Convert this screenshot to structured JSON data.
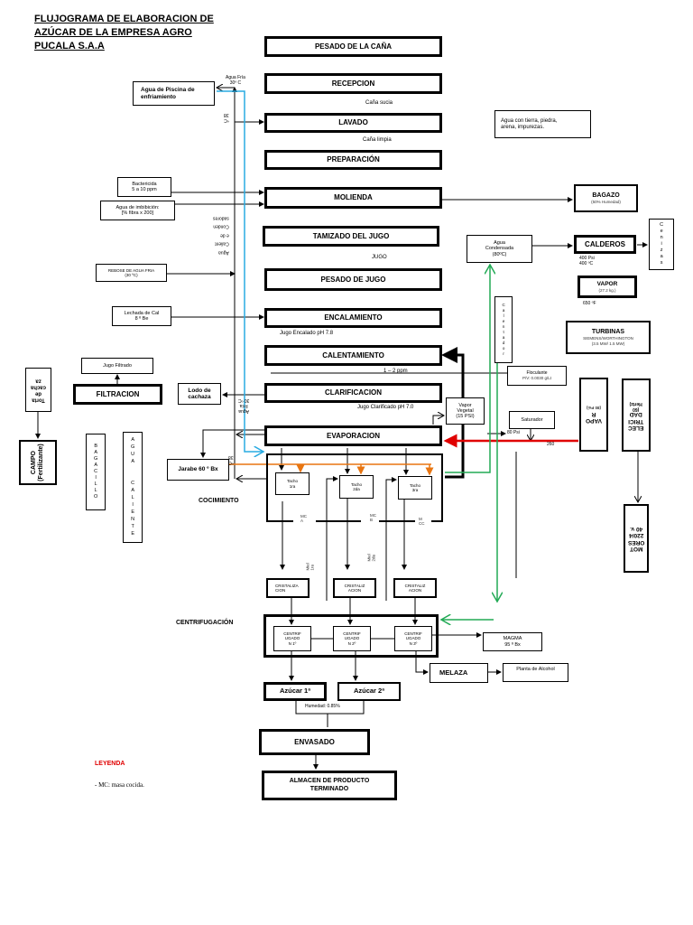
{
  "title": [
    "FLUJOGRAMA DE ELABORACION DE",
    "AZÚCAR DE LA EMPRESA AGRO",
    "PUCALA S.A.A"
  ],
  "main_steps": {
    "pesado_cana": "PESADO DE LA CAÑA",
    "recepcion": "RECEPCION",
    "lavado": "LAVADO",
    "preparacion": "PREPARACIÓN",
    "molienda": "MOLIENDA",
    "tamizado": "TAMIZADO DEL JUGO",
    "pesado_jugo": "PESADO DE JUGO",
    "encalamiento": "ENCALAMIENTO",
    "calentamiento": "CALENTAMIENTO",
    "clarificacion": "CLARIFICACION",
    "evaporacion": "EVAPORACION",
    "envasado": "ENVASADO",
    "almacen": [
      "ALMACEN DE PRODUCTO",
      "TERMINADO"
    ]
  },
  "flow_labels": {
    "cana_sucia": "Caña sucia",
    "cana_limpia": "Caña limpia",
    "jugo": "JUGO",
    "jugo_encalado": "Jugo Encalado pH 7.8",
    "jugo_clarificado": "Jugo Clarificado pH 7.0",
    "dosis_floculante": "1 – 2 ppm",
    "agua_fria": [
      "Agua Fría",
      "30º C"
    ],
    "agua_fria_2": [
      "Agua",
      "Fría",
      "30 ºC"
    ],
    "temp_38": [
      "ºC",
      "38"
    ],
    "temp_38_b": [
      "ºC",
      "38"
    ],
    "agua_caliente_condensadores": [
      "Agua",
      "Calient",
      "e de",
      "Conden",
      "sadores"
    ],
    "psi_80": "80 Psi",
    "num_260": "260",
    "humedad": "Humedad: 0.85%",
    "mc_a": [
      "MC",
      "A"
    ],
    "mc_b": [
      "MC",
      "B"
    ],
    "mc_c": [
      "M",
      "CC"
    ],
    "miel_1": [
      "Miel",
      "1ra"
    ],
    "miel_2": [
      "Miel",
      "2da"
    ],
    "cocimiento": "COCIMIENTO",
    "centrifugacion": "CENTRIFUGACIÓN"
  },
  "left_inputs": {
    "agua_piscina": [
      "Agua de Piscina de",
      "enfriamiento"
    ],
    "bactericida": [
      "Bactericida",
      "5 a 10 ppm"
    ],
    "agua_imbibicion": [
      "Agua de imbibición:",
      "[% fibra x 200]"
    ],
    "rebose": [
      "REBOSE DE AGUA FRIA",
      "(30 ºC)"
    ],
    "lechada": [
      "Lechada de Cal",
      "8 º Be"
    ],
    "jugo_filtrado": "Jugo Filtrado",
    "filtracion": "FILTRACION",
    "lodo": [
      "Lodo de",
      "cachaza"
    ],
    "torta": [
      "Torta",
      "de",
      "cacha",
      "za"
    ],
    "campo": [
      "CAMPO",
      "(Fertilizante)"
    ],
    "bagacillo": "BAGACILLO",
    "agua_caliente": [
      "AGUA",
      "CALIENTE"
    ],
    "jarabe": "Jarabe 60 º Bx"
  },
  "right_outputs": {
    "agua_tierra": [
      "Agua con tierra, piedra,",
      "arena, impurezas."
    ],
    "bagazo": [
      "BAGAZO",
      "(50% Humedad)"
    ],
    "agua_condensada": [
      "Agua",
      "Condensada",
      "(80ºC)"
    ],
    "calderos": "CALDEROS",
    "cenizas": "Cenizas",
    "caldero_spec": [
      "400 Psi",
      "400 ºC"
    ],
    "vapor": [
      "VAPOR",
      "(27.2 kg.)"
    ],
    "vapor_temp": "650 ºF",
    "turbinas": [
      "TURBINAS",
      "SIEMENS/WORTHINGTON",
      "(3.5 MW/   1.5 MW)"
    ],
    "calentador": "Calentador",
    "floculante": [
      "Floculante",
      "P/V: 0.0030 g/Lt"
    ],
    "vapor_vegetal": [
      "Vapor",
      "Vegetal",
      "(15 PSI)"
    ],
    "saturador": "Saturador",
    "vapor_80": [
      "VAPO",
      "R",
      "(80 Psi)"
    ],
    "electricidad": [
      "ELEC",
      "TRICI",
      "DAD",
      "(60",
      "Hertz)"
    ],
    "motores": [
      "MOT",
      "ORES",
      "220/4",
      "40 v."
    ]
  },
  "cocimiento": {
    "techos": [
      [
        "Tacho",
        "1ra"
      ],
      [
        "Tacho",
        "2da"
      ],
      [
        "Tacho",
        "3ra"
      ]
    ],
    "cristalizacion": [
      [
        "CRISTALIZA",
        "CION"
      ],
      [
        "CRISTALIZ",
        "ACION"
      ],
      [
        "CRISTALIZ",
        "ACION"
      ]
    ],
    "centrifugado": [
      [
        "CENTRIF",
        "UGADO",
        "N 1º"
      ],
      [
        "CENTRIF",
        "UGADO",
        "N 2º"
      ],
      [
        "CENTRIF",
        "UGADO",
        "N 3º"
      ]
    ],
    "magma": [
      "MAGMA",
      "95 º Bx"
    ],
    "melaza": "MELAZA",
    "planta_alcohol": "Planta de Alcohol",
    "azucar_1": "Azúcar 1ª",
    "azucar_2": "Azúcar 2ª"
  },
  "legend": {
    "title": "LEYENDA",
    "item": "-  MC: masa cocida."
  },
  "colors": {
    "agua_fria_line": "#29abe2",
    "vapor_line": "#e00000",
    "condensado_line": "#22aa55",
    "jarabe_line": "#e87511",
    "legend_title": "#e00000"
  }
}
